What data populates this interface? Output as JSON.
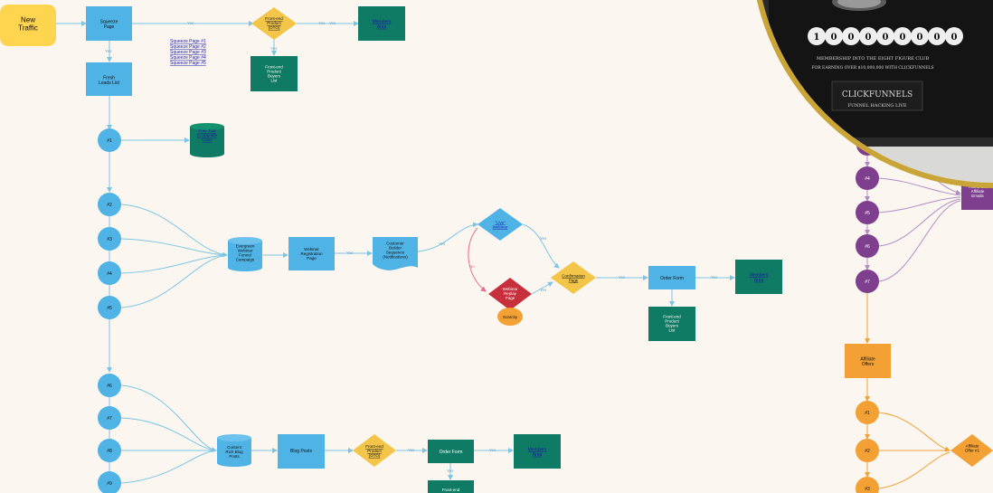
{
  "colors": {
    "background": "#fbf7f0",
    "blue_node": "#4fb3e6",
    "teal_node": "#0f7b64",
    "yellow_node": "#ffd54f",
    "gold_diamond": "#f3c64a",
    "purple_node": "#7e3f8f",
    "orange_node": "#f3a035",
    "red_node": "#c62f3b",
    "edge_blue": "#7ec4e3",
    "edge_pink": "#e56b8e",
    "edge_purple": "#b38bc6",
    "edge_orange": "#f3a035",
    "plaque_frame": "#c9a437"
  },
  "nodes": {
    "new_traffic": "New Traffic",
    "squeeze_page": "Squeeze Page",
    "front_end_product_oto_top": "Front-end Product (OTO)",
    "members_area_top": "Members Area",
    "front_end_buyers_top": "Front-end Product Buyers List",
    "fresh_leads": "Fresh Leads List",
    "free_trial_upgrade": "Free Trial to Upgrade Close",
    "evergreen_webinar": "Evergreen Webinar Funnel Campaign",
    "webinar_registration": "Webinar Registration Page",
    "customer_builder": "Customer Builder Sequence (Notifications)",
    "live_webinar": "\"Live\" Webinar",
    "webinar_replay": "Webinar Replay Page",
    "scarcity": "Scarcity",
    "confirmation_page": "Confirmation Page",
    "order_form_mid": "Order Form",
    "members_area_mid": "Members Area",
    "front_end_buyers_mid": "Front-end Product Buyers List",
    "content_rich_blog": "Content Rich Blog Posts",
    "blog_posts": "Blog Posts",
    "front_end_product_oto_bottom": "Front-end Product (OTO)",
    "order_form_bottom": "Order Form",
    "members_area_bottom": "Members Area",
    "front_end_bottom": "Front-end",
    "home_biz_affiliate": "Home Biz Affiliate Emails",
    "affiliate_offers": "Affiliate Offers",
    "affiliate_offer_1": "Affiliate Offer #1"
  },
  "squeeze_links": [
    "Squeeze Page #1",
    "Squeeze Page #2",
    "Squeeze Page #3",
    "Squeeze Page #4",
    "Squeeze Page #5"
  ],
  "blue_circles": [
    "#1",
    "#2",
    "#3",
    "#4",
    "#5",
    "#6",
    "#7",
    "#8",
    "#9"
  ],
  "purple_circles": [
    "#4",
    "#5",
    "#6",
    "#7"
  ],
  "orange_circles": [
    "#1",
    "#2",
    "#3"
  ],
  "edge_labels": {
    "yes": "Yes",
    "no": "No"
  },
  "plaque": {
    "counter_digits": [
      "1",
      "0",
      "0",
      "0",
      "0",
      "0",
      "0",
      "0",
      "0"
    ],
    "membership_line": "MEMBERSHIP INTO THE EIGHT FIGURE CLUB",
    "achievement_line": "FOR EARNING OVER $10,000,000 WITH CLICKFUNNELS",
    "brand": "CLICKFUNNELS",
    "sub_brand": "FUNNEL HACKING LIVE"
  }
}
